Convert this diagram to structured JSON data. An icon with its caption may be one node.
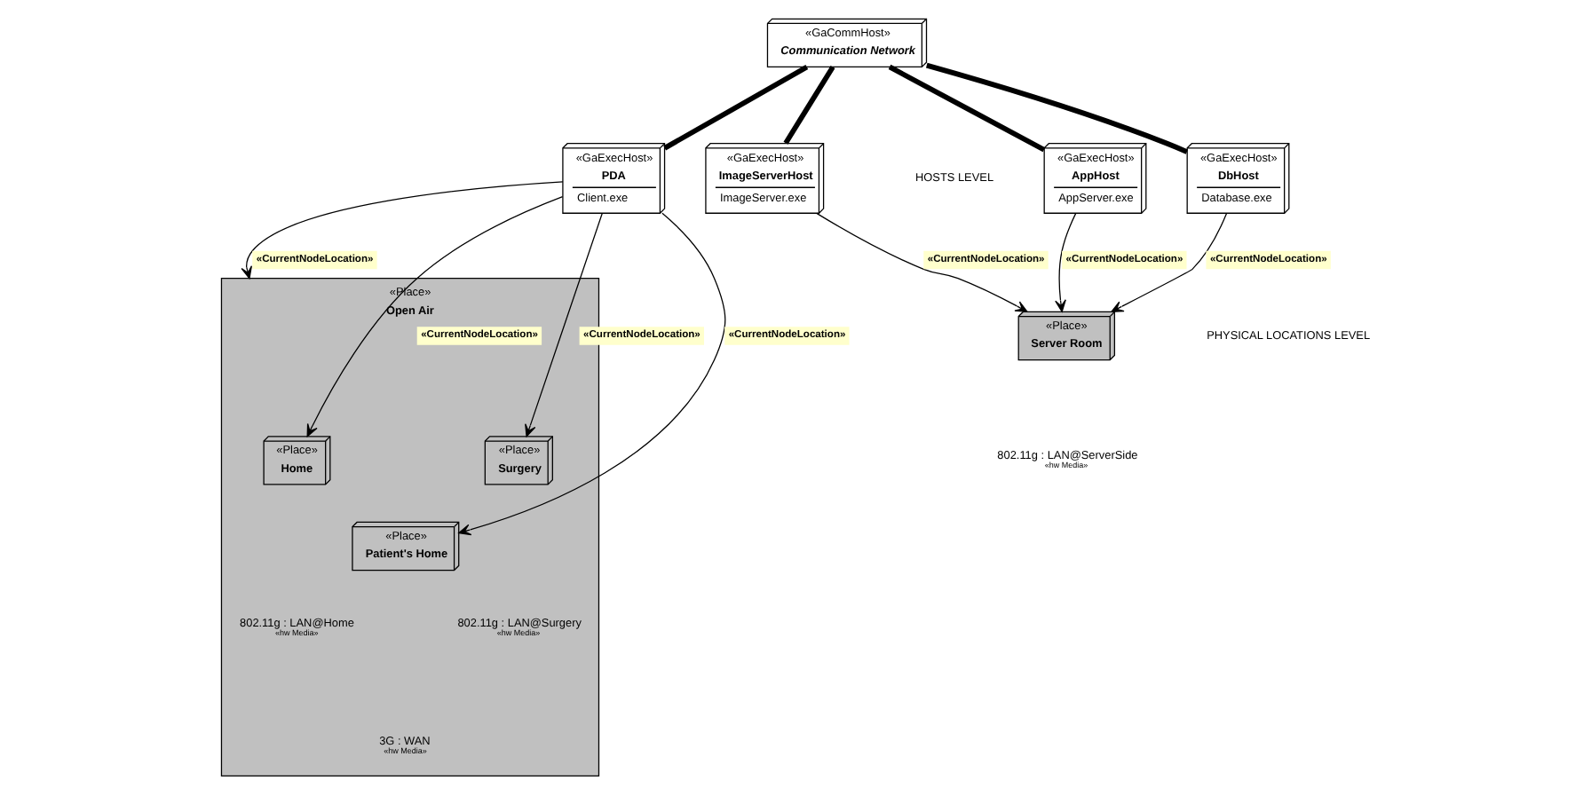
{
  "diagram": {
    "nodes": [
      {
        "text": [
          "«GaCommHost»",
          "Communication Network"
        ]
      },
      {
        "text": [
          "«GaExecHost»",
          "PDA",
          "Client.exe"
        ]
      },
      {
        "text": [
          "«GaExecHost»",
          "AppHost",
          "AppServer.exe"
        ]
      },
      {
        "text": [
          "«GaExecHost»",
          "DbHost",
          "Database.exe"
        ]
      },
      {
        "text": [
          "«GaExecHost»",
          "ImageServerHost",
          "ImageServer.exe"
        ]
      },
      {
        "text": [
          "«Place»",
          "Open Air"
        ],
        "beside": [
          "3G : WAN",
          "«hw Media»"
        ]
      },
      {
        "text": [
          "«Place»",
          "Home"
        ],
        "in": 5,
        "beside": [
          "802.11g : LAN@Home",
          "«hw Media»"
        ]
      },
      {
        "text": [
          "«Place»",
          "Surgery"
        ],
        "in": 5,
        "beside": [
          "802.11g : LAN@Surgery",
          "«hw Media»"
        ]
      },
      {
        "text": [
          "«Place»",
          "Patient's Home"
        ],
        "in": 5
      },
      {
        "text": [
          "«Place»",
          "Server Room"
        ],
        "beside": [
          "802.11g : LAN@ServerSide",
          "«hw Media»"
        ]
      }
    ],
    "edges": [
      {
        "from": 0,
        "to": 1,
        "arrow": "none",
        "style": "thick"
      },
      {
        "from": 0,
        "to": 2,
        "arrow": "none",
        "style": "thick"
      },
      {
        "from": 0,
        "to": 3,
        "arrow": "none",
        "style": "thick"
      },
      {
        "from": 0,
        "to": 4,
        "arrow": "none",
        "style": "thick"
      },
      {
        "from": 1,
        "to": 6,
        "arrow": "to",
        "label": "«CurrentNodeLocation»"
      },
      {
        "from": 1,
        "to": 5,
        "arrow": "to",
        "label": "«CurrentNodeLocation»"
      },
      {
        "from": 1,
        "to": 7,
        "arrow": "to",
        "label": "«CurrentNodeLocation»"
      },
      {
        "from": 1,
        "to": 8,
        "arrow": "to",
        "label": "«CurrentNodeLocation»"
      },
      {
        "from": 2,
        "to": 9,
        "arrow": "to",
        "label": "«CurrentNodeLocation»"
      },
      {
        "from": 3,
        "to": 9,
        "arrow": "to",
        "label": "«CurrentNodeLocation»"
      },
      {
        "from": 4,
        "to": 9,
        "arrow": "to",
        "label": "«CurrentNodeLocation»"
      }
    ],
    "labels": [
      "HOSTS LEVEL",
      "PHYSICAL LOCATIONS LEVEL"
    ]
  }
}
